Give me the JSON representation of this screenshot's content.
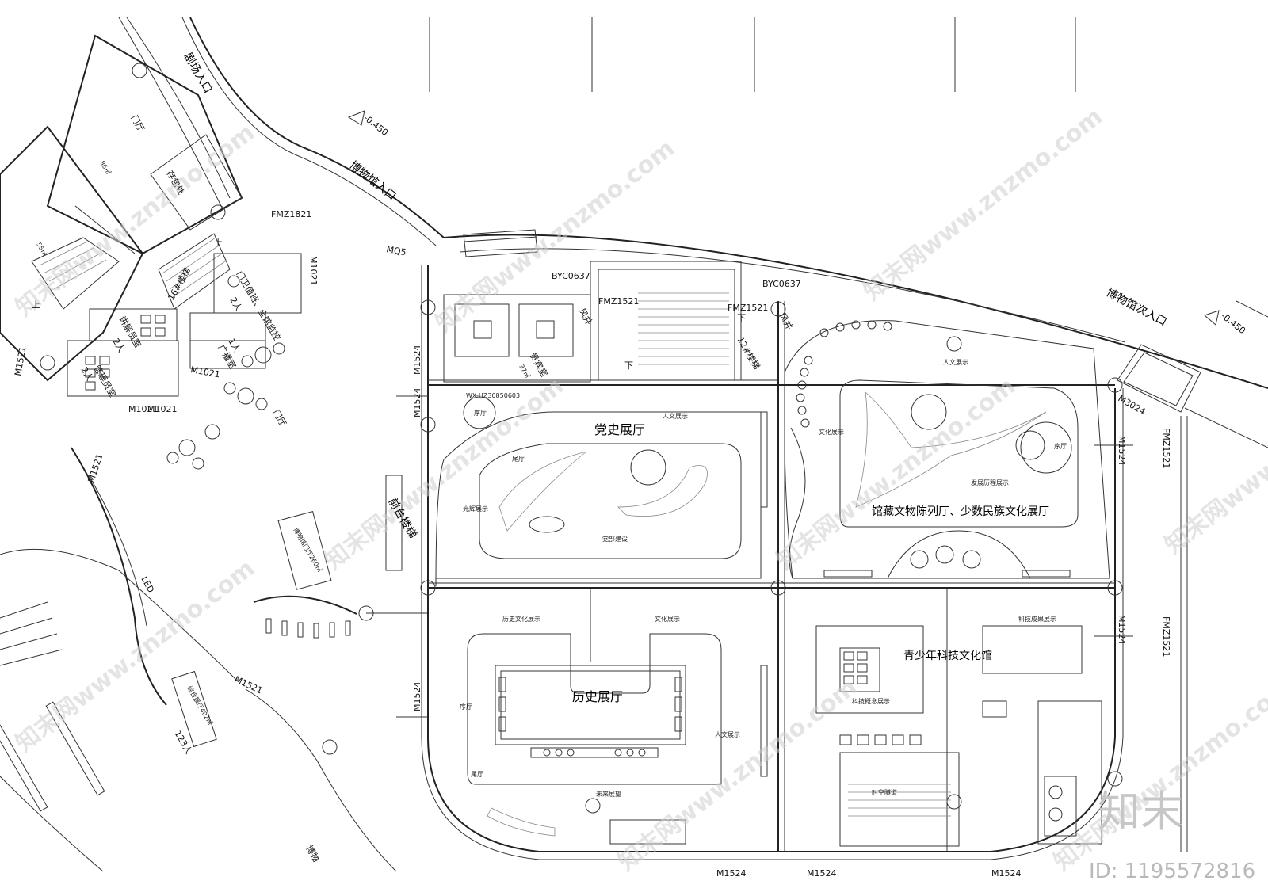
{
  "labels": {
    "theater_entrance": "剧场入口",
    "museum_entrance": "博物馆入口",
    "museum_side_entrance": "博物馆次入口",
    "lobby_top": "门厅",
    "lobby_mid": "门厅",
    "lobby_area": "86㎡",
    "storage": "存包处",
    "party_hall": "党史展厅",
    "collection_hall": "馆藏文物陈列厅、少数民族文化展厅",
    "history_hall": "历史展厅",
    "youth_hall": "青少年科技文化馆",
    "stair_16": "16#楼梯",
    "stair_12": "12#楼梯",
    "front_desk_stair": "前台楼梯",
    "vip_room": "贵宾室",
    "guard_room": "门卫值班、全馆监控",
    "guard_count": "2人",
    "broadcast_room": "广播室",
    "broadcast_count": "1人",
    "lecturer_room": "讲解员室",
    "lecturer_count": "2人",
    "admin_room": "管理员室",
    "admin_count": "2人",
    "museum_lobby_note": "博物馆门厅260㎡",
    "multi_hall_note": "综合展厅402㎡",
    "people_count": "123人",
    "led": "LED",
    "xu_ting": "序厅",
    "wei_ting": "尾厅",
    "renwen": "人文展示",
    "wenhua": "文化展示",
    "fazhan": "发展历程展示",
    "lishi_wenhua": "历史文化展示",
    "weilai": "未来展望",
    "keji_chengguo": "科技成果展示",
    "keji_gainian": "科技概念展示",
    "shikong": "时空隧道",
    "dangjian": "党部建设",
    "guanghui": "光辉展示",
    "bo": "博物",
    "elev_1": "-0.450",
    "elev_2": "-0.450",
    "code_wx": "WX-HZ30850603",
    "door_fmz1821": "FMZ1821",
    "door_mq5": "MQ5",
    "door_m1021_a": "M1021",
    "door_m1021_b": "M1021",
    "door_m1021_c": "M1021",
    "door_m1021_d": "M1021",
    "door_m1521_a": "M1521",
    "door_m1521_b": "M1521",
    "door_m1521_c": "M1521",
    "door_m1524_a": "M1524",
    "door_m1524_b": "M1524",
    "door_m1524_c": "M1524",
    "door_m1524_d": "M1524",
    "door_m1524_e": "M1524",
    "door_m1524_f": "M1524",
    "door_m1524_g": "M1524",
    "door_m1524_h": "M1524",
    "door_m3024": "M3024",
    "door_byc0637_a": "BYC0637",
    "door_byc0637_b": "BYC0637",
    "door_fmz1521_a": "FMZ1521",
    "door_fmz1521_b": "FMZ1521",
    "door_fmz1521_c": "FMZ1521",
    "door_fmz1521_d": "FMZ1521",
    "vent_a": "风井",
    "vent_b": "风井",
    "up_a": "上",
    "up_b": "上",
    "down_a": "下",
    "down_b": "下",
    "area_vip": "37㎡",
    "area_55": "55㎡"
  },
  "watermark": {
    "brand_text": "知末网www.znzmo.com",
    "logo": "知末",
    "id_text": "ID: 1195572816"
  }
}
